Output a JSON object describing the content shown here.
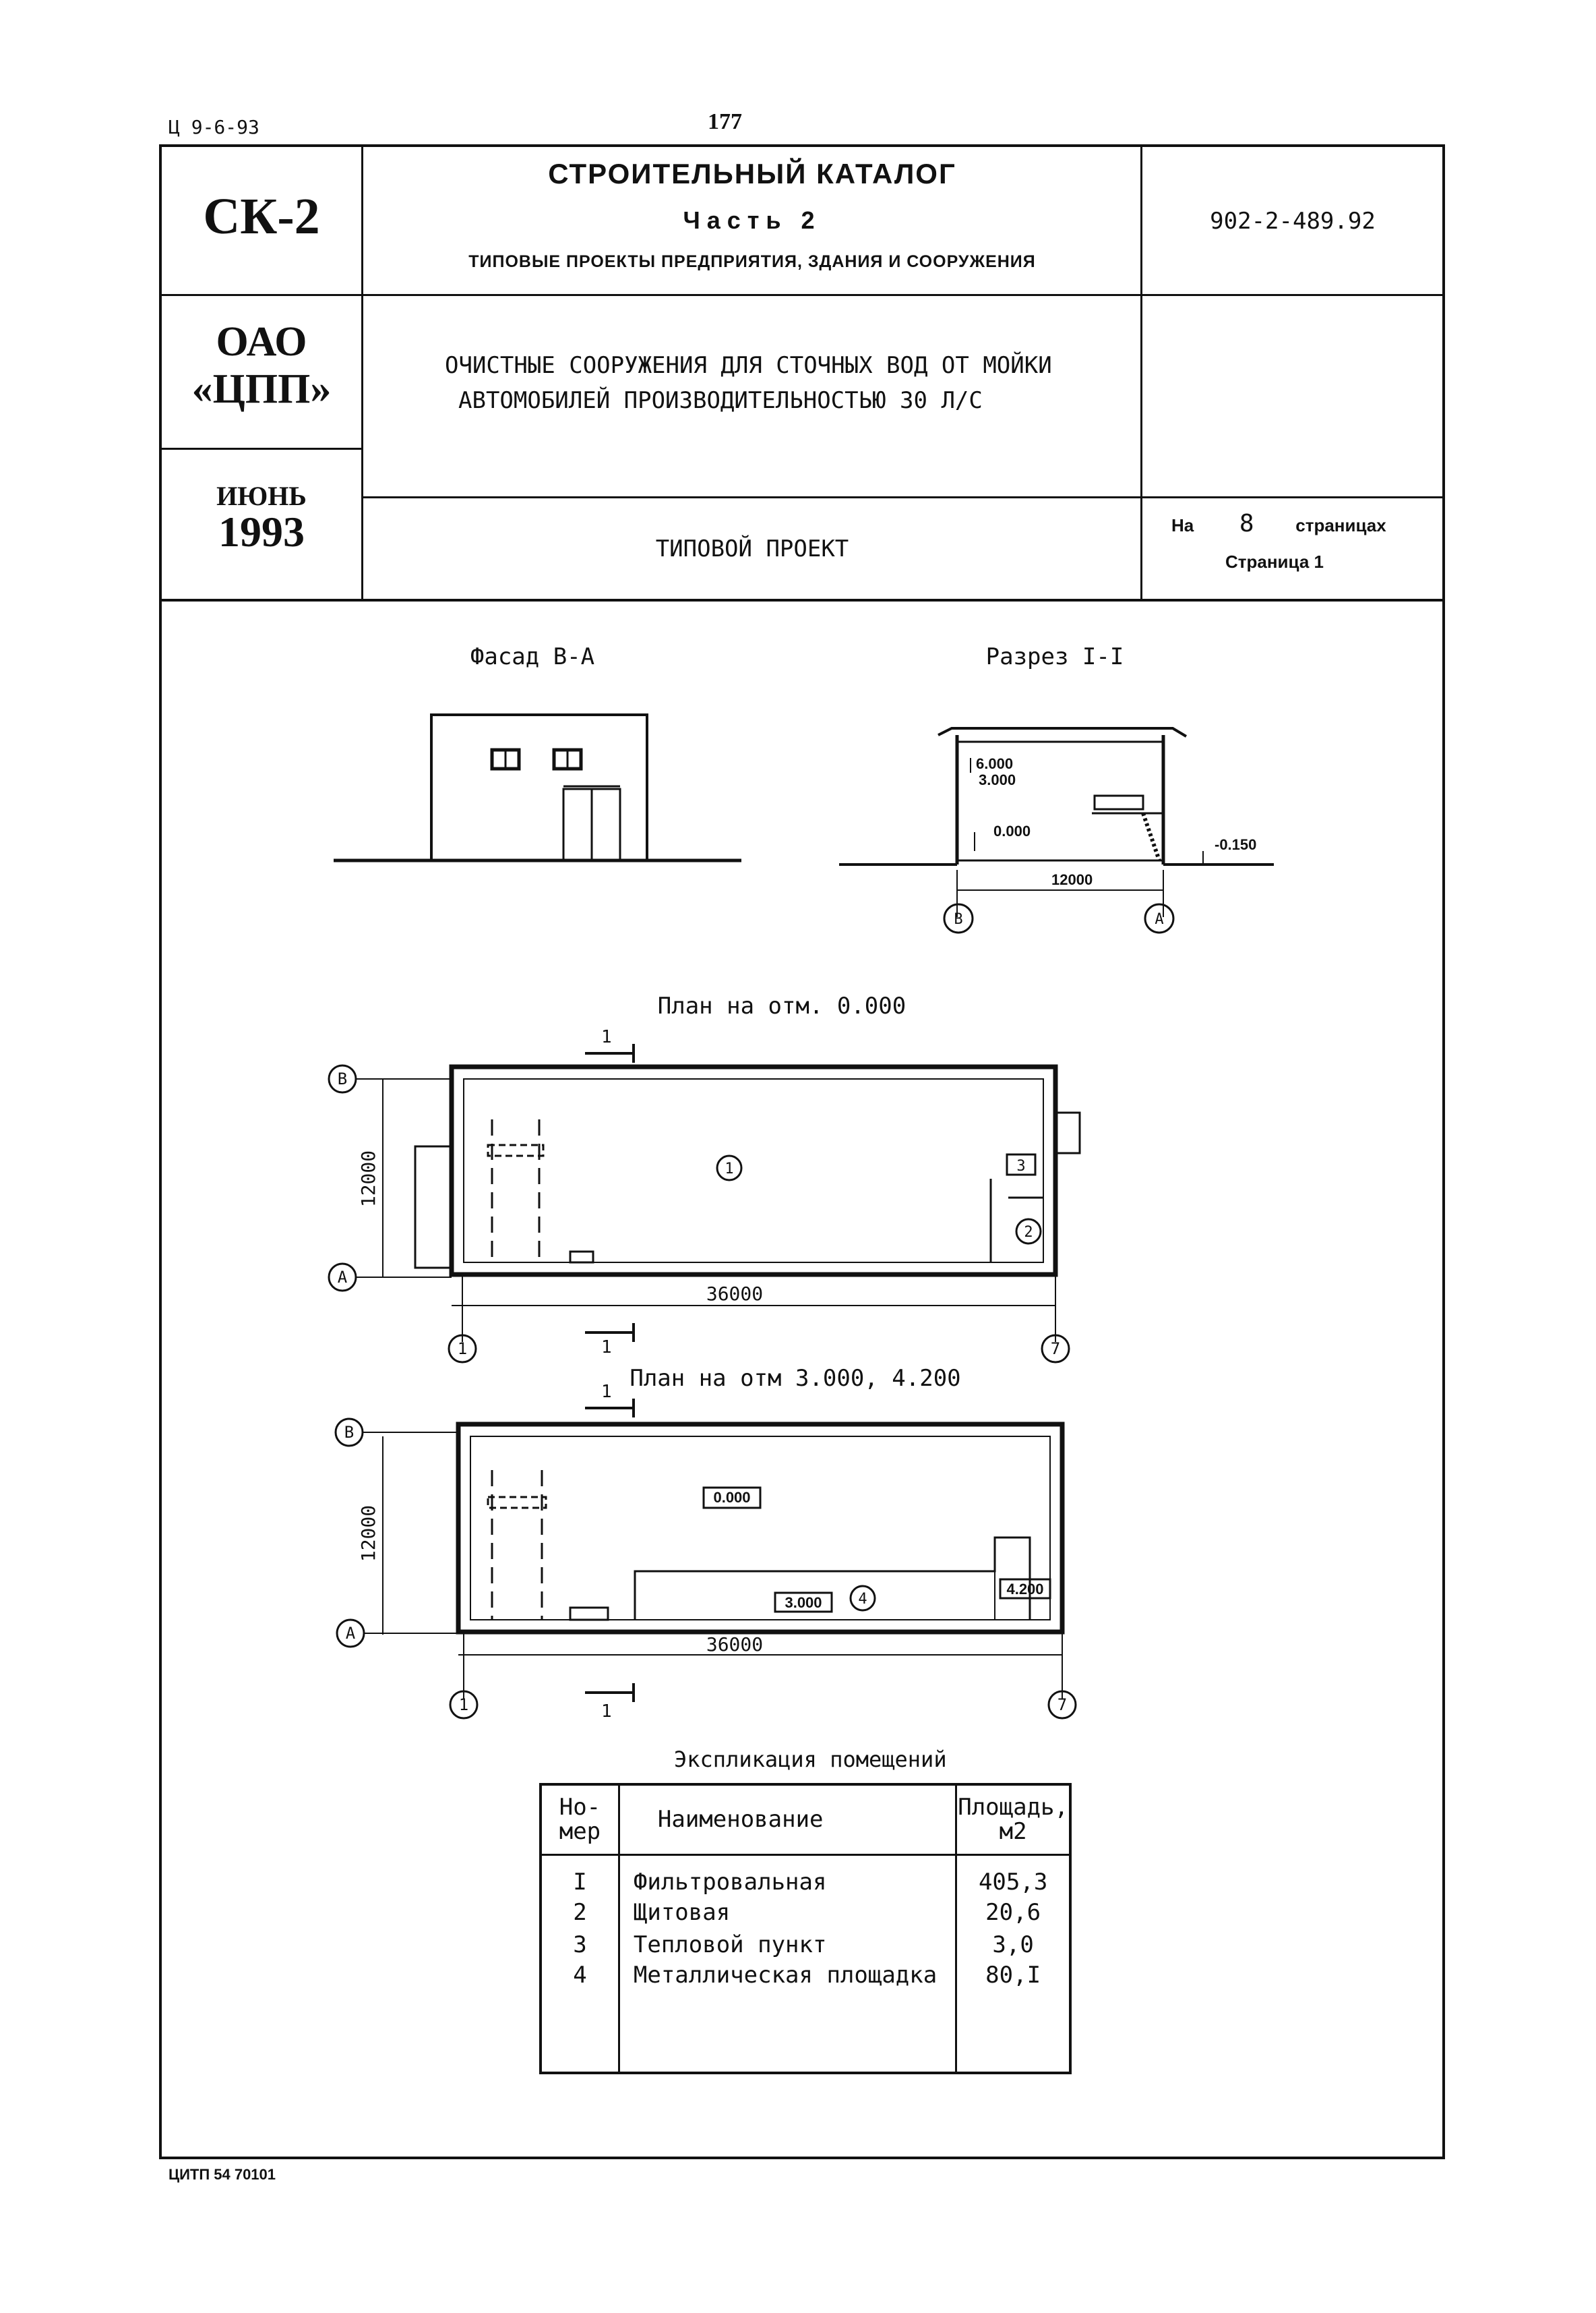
{
  "header": {
    "doc_code": "Ц 9-6-93",
    "page_number": "177",
    "catalog_short": "СК-2",
    "catalog_title": "СТРОИТЕЛЬНЫЙ КАТАЛОГ",
    "part": "Часть 2",
    "part_subtitle": "ТИПОВЫЕ ПРОЕКТЫ ПРЕДПРИЯТИЯ, ЗДАНИЯ И СООРУЖЕНИЯ",
    "project_number": "902-2-489.92",
    "org_line1": "ОАО",
    "org_line2": "«ЦПП»",
    "project_title_line1": "ОЧИСТНЫЕ СООРУЖЕНИЯ ДЛЯ СТОЧНЫХ ВОД ОТ МОЙКИ",
    "project_title_line2": "АВТОМОБИЛЕЙ ПРОИЗВОДИТЕЛЬНОСТЬЮ 30 Л/С",
    "month": "ИЮНЬ",
    "year": "1993",
    "project_type": "ТИПОВОЙ ПРОЕКТ",
    "pages_prefix": "На",
    "pages_count": "8",
    "pages_suffix": "страницах",
    "page_label": "Страница 1"
  },
  "drawings": {
    "facade_title": "Фасад В-А",
    "section_title": "Разрез I-I",
    "section_marks": {
      "top": "6.000",
      "mid": "3.000",
      "floor": "0.000",
      "ground": "-0.150",
      "width": "12000"
    },
    "axis_v": "В",
    "axis_a": "А",
    "axis_1": "1",
    "axis_7": "7",
    "cut_label": "1",
    "plan1_title": "План на отм. 0.000",
    "plan1_height": "12000",
    "plan1_length": "36000",
    "plan1_rooms": [
      "1",
      "2",
      "3"
    ],
    "plan2_title": "План на отм 3.000, 4.200",
    "plan2_height": "12000",
    "plan2_length": "36000",
    "plan2_marks": {
      "floor": "0.000",
      "platform": "3.000",
      "right": "4.200"
    },
    "plan2_room": "4"
  },
  "explication": {
    "title": "Экспликация помещений",
    "headers": {
      "number_1": "Но-",
      "number_2": "мер",
      "name": "Наименование",
      "area_1": "Площадь,",
      "area_2": "м2"
    },
    "rows": [
      {
        "number": "I",
        "name": "Фильтровальная",
        "area": "405,3"
      },
      {
        "number": "2",
        "name": "Щитовая",
        "area": "20,6"
      },
      {
        "number": "3",
        "name": "Тепловой пункт",
        "area": "3,0"
      },
      {
        "number": "4",
        "name": "Металлическая площадка",
        "area": "80,I"
      }
    ]
  },
  "footer": {
    "stamp": "ЦИТП 54 70101"
  }
}
